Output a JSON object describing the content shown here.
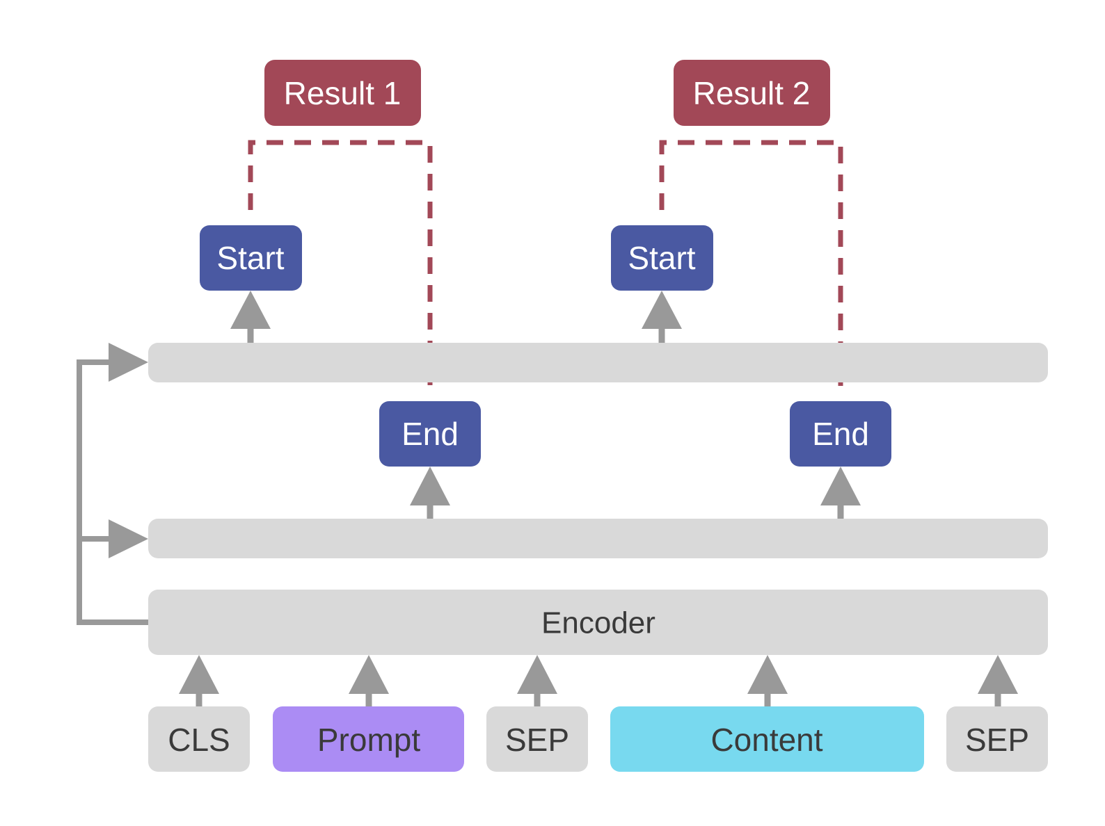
{
  "results": [
    {
      "label": "Result 1"
    },
    {
      "label": "Result 2"
    }
  ],
  "start_label": "Start",
  "end_label": "End",
  "encoder_label": "Encoder",
  "tokens": [
    {
      "label": "CLS"
    },
    {
      "label": "Prompt"
    },
    {
      "label": "SEP"
    },
    {
      "label": "Content"
    },
    {
      "label": "SEP"
    }
  ],
  "colors": {
    "result": "#a24857",
    "start_end": "#4a59a2",
    "layer": "#d9d9d9",
    "arrow": "#999999",
    "prompt": "#ab8cf4",
    "content": "#78d9ef",
    "dashed": "#a24857"
  }
}
